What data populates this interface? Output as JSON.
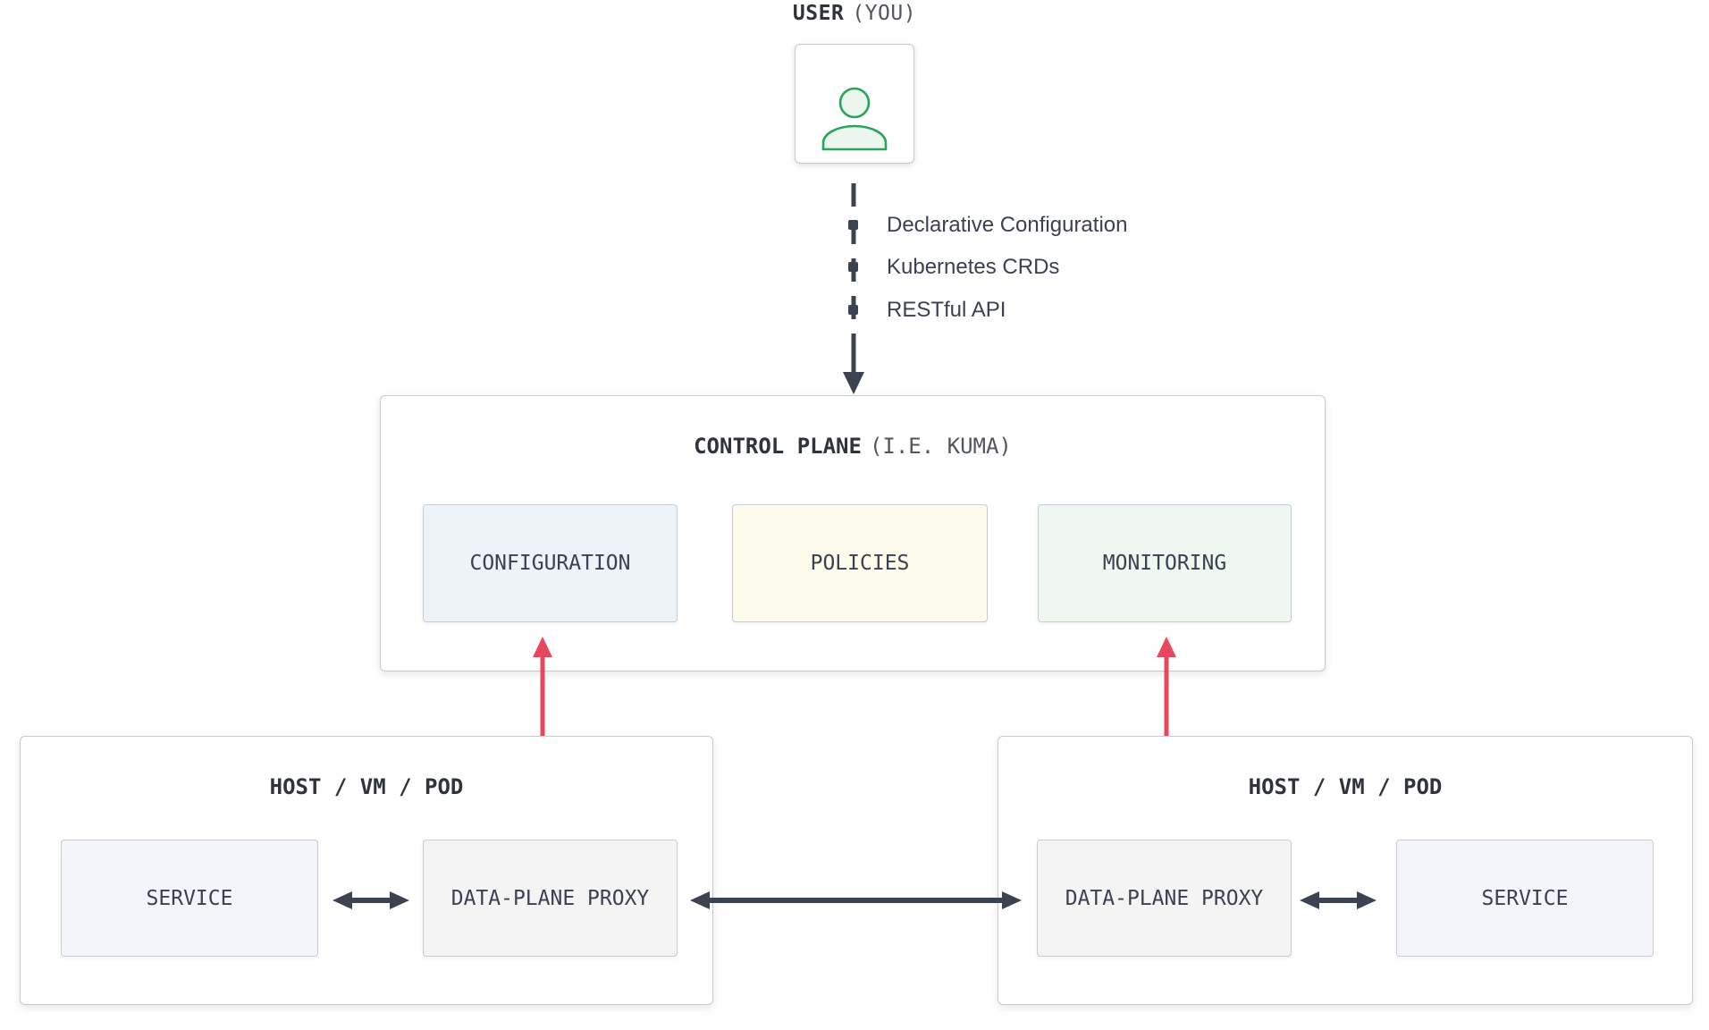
{
  "colors": {
    "canvas_bg": "#ffffff",
    "ink": "#3b4151",
    "ink_bold": "#2f343c",
    "ink_light": "#51565e",
    "arrow_dark": "#3c4350",
    "arrow_red": "#e8485f",
    "border_outer": "#c9cacc",
    "border_inner": "#c6ccd2",
    "green_stroke": "#2aa45b",
    "green_fill": "#eaf6ee",
    "box_configuration": "#edf4f9",
    "box_policies": "#fdfbeb",
    "box_monitoring": "#eef8f0",
    "box_service": "#f4f4fb",
    "box_proxy": "#f4f4f4"
  },
  "user": {
    "title_bold": "USER",
    "title_light": "(YOU)"
  },
  "connector": {
    "items": [
      {
        "label": "Declarative Configuration"
      },
      {
        "label": "Kubernetes CRDs"
      },
      {
        "label": "RESTful API"
      }
    ]
  },
  "control_plane": {
    "title_bold": "CONTROL PLANE",
    "title_light": "(I.E. KUMA)",
    "components": [
      {
        "label": "CONFIGURATION"
      },
      {
        "label": "POLICIES"
      },
      {
        "label": "MONITORING"
      }
    ]
  },
  "hosts": {
    "left": {
      "title": "HOST / VM / POD",
      "service_label": "SERVICE",
      "proxy_label": "DATA-PLANE PROXY"
    },
    "right": {
      "title": "HOST / VM / POD",
      "proxy_label": "DATA-PLANE PROXY",
      "service_label": "SERVICE"
    }
  }
}
